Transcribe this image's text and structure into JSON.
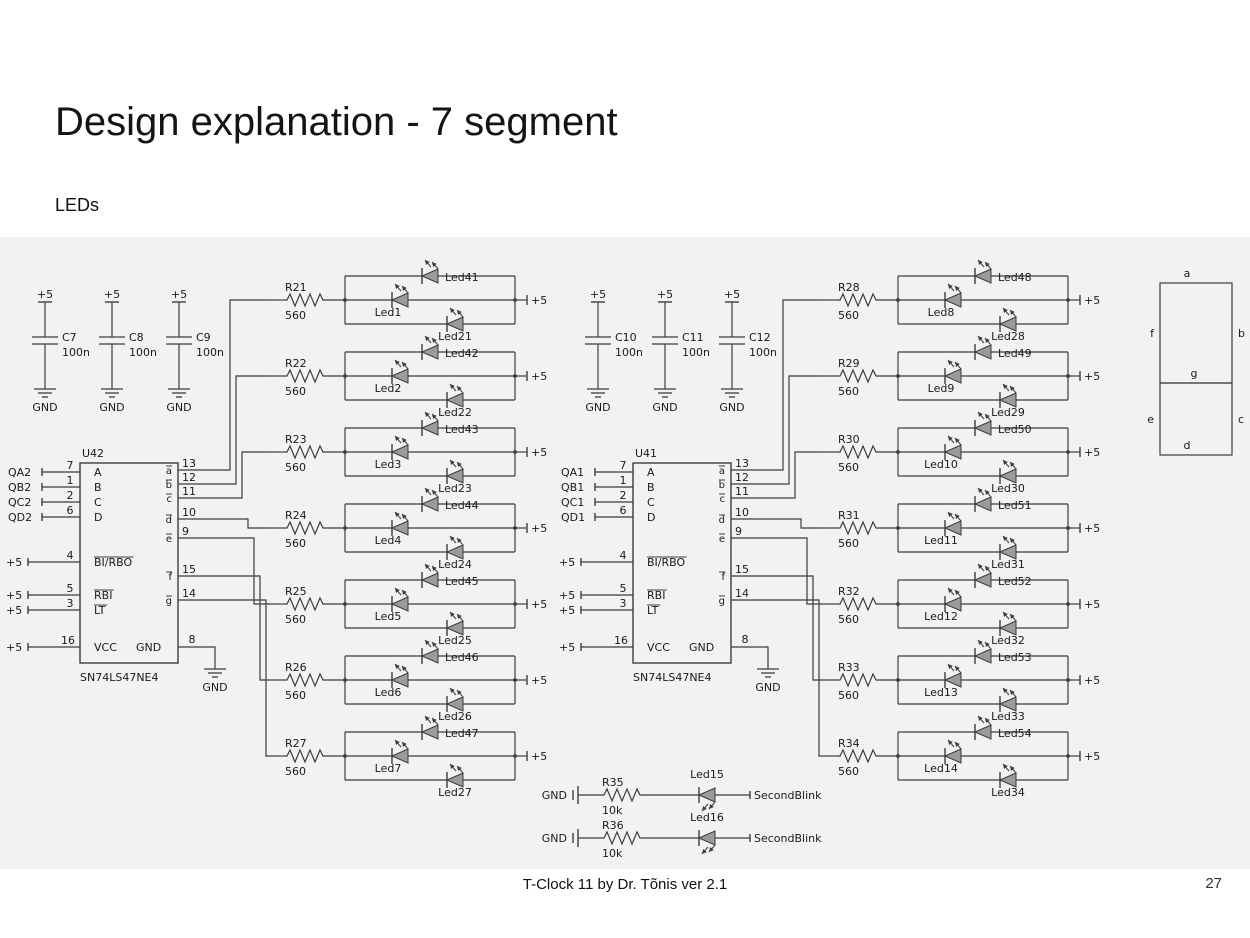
{
  "slide": {
    "title": "Design explanation - 7 segment",
    "subtitle": "LEDs",
    "footer": "T-Clock 11 by Dr. Tõnis ver 2.1",
    "page": "27"
  },
  "labels": {
    "vplus": "+5",
    "gnd": "GND"
  },
  "left": {
    "capacitors": [
      {
        "name": "C7",
        "value": "100n"
      },
      {
        "name": "C8",
        "value": "100n"
      },
      {
        "name": "C9",
        "value": "100n"
      }
    ],
    "chip": {
      "name": "U42",
      "part": "SN74LS47NE4",
      "inputs": [
        {
          "net": "QA2",
          "pin": "7",
          "label": "A"
        },
        {
          "net": "QB2",
          "pin": "1",
          "label": "B"
        },
        {
          "net": "QC2",
          "pin": "2",
          "label": "C"
        },
        {
          "net": "QD2",
          "pin": "6",
          "label": "D"
        }
      ],
      "controls": [
        {
          "pin": "4",
          "label": "BI/RBO"
        },
        {
          "pin": "5",
          "label": "RBI"
        },
        {
          "pin": "3",
          "label": "LT"
        }
      ],
      "vcc": {
        "pin": "16",
        "label": "VCC"
      },
      "gnd": {
        "pin": "8",
        "label": "GND"
      },
      "outputs": [
        {
          "pin": "13",
          "seg": "a"
        },
        {
          "pin": "12",
          "seg": "b"
        },
        {
          "pin": "11",
          "seg": "c"
        },
        {
          "pin": "10",
          "seg": "d"
        },
        {
          "pin": "9",
          "seg": "e"
        },
        {
          "pin": "15",
          "seg": "f"
        },
        {
          "pin": "14",
          "seg": "g"
        }
      ]
    },
    "groups": [
      {
        "resistor": "R21",
        "value": "560",
        "leds": [
          "Led41",
          "Led1",
          "Led21"
        ]
      },
      {
        "resistor": "R22",
        "value": "560",
        "leds": [
          "Led42",
          "Led2",
          "Led22"
        ]
      },
      {
        "resistor": "R23",
        "value": "560",
        "leds": [
          "Led43",
          "Led3",
          "Led23"
        ]
      },
      {
        "resistor": "R24",
        "value": "560",
        "leds": [
          "Led44",
          "Led4",
          "Led24"
        ]
      },
      {
        "resistor": "R25",
        "value": "560",
        "leds": [
          "Led45",
          "Led5",
          "Led25"
        ]
      },
      {
        "resistor": "R26",
        "value": "560",
        "leds": [
          "Led46",
          "Led6",
          "Led26"
        ]
      },
      {
        "resistor": "R27",
        "value": "560",
        "leds": [
          "Led47",
          "Led7",
          "Led27"
        ]
      }
    ]
  },
  "right": {
    "capacitors": [
      {
        "name": "C10",
        "value": "100n"
      },
      {
        "name": "C11",
        "value": "100n"
      },
      {
        "name": "C12",
        "value": "100n"
      }
    ],
    "chip": {
      "name": "U41",
      "part": "SN74LS47NE4",
      "inputs": [
        {
          "net": "QA1",
          "pin": "7",
          "label": "A"
        },
        {
          "net": "QB1",
          "pin": "1",
          "label": "B"
        },
        {
          "net": "QC1",
          "pin": "2",
          "label": "C"
        },
        {
          "net": "QD1",
          "pin": "6",
          "label": "D"
        }
      ],
      "controls": [
        {
          "pin": "4",
          "label": "BI/RBO"
        },
        {
          "pin": "5",
          "label": "RBI"
        },
        {
          "pin": "3",
          "label": "LT"
        }
      ],
      "vcc": {
        "pin": "16",
        "label": "VCC"
      },
      "gnd": {
        "pin": "8",
        "label": "GND"
      },
      "outputs": [
        {
          "pin": "13",
          "seg": "a"
        },
        {
          "pin": "12",
          "seg": "b"
        },
        {
          "pin": "11",
          "seg": "c"
        },
        {
          "pin": "10",
          "seg": "d"
        },
        {
          "pin": "9",
          "seg": "e"
        },
        {
          "pin": "15",
          "seg": "f"
        },
        {
          "pin": "14",
          "seg": "g"
        }
      ]
    },
    "groups": [
      {
        "resistor": "R28",
        "value": "560",
        "leds": [
          "Led48",
          "Led8",
          "Led28"
        ]
      },
      {
        "resistor": "R29",
        "value": "560",
        "leds": [
          "Led49",
          "Led9",
          "Led29"
        ]
      },
      {
        "resistor": "R30",
        "value": "560",
        "leds": [
          "Led50",
          "Led10",
          "Led30"
        ]
      },
      {
        "resistor": "R31",
        "value": "560",
        "leds": [
          "Led51",
          "Led11",
          "Led31"
        ]
      },
      {
        "resistor": "R32",
        "value": "560",
        "leds": [
          "Led52",
          "Led12",
          "Led32"
        ]
      },
      {
        "resistor": "R33",
        "value": "560",
        "leds": [
          "Led53",
          "Led13",
          "Led33"
        ]
      },
      {
        "resistor": "R34",
        "value": "560",
        "leds": [
          "Led54",
          "Led14",
          "Led34"
        ]
      }
    ]
  },
  "blink": [
    {
      "gnd": "GND",
      "resistor": "R35",
      "value": "10k",
      "led": "Led15",
      "net": "SecondBlink"
    },
    {
      "gnd": "GND",
      "resistor": "R36",
      "value": "10k",
      "led": "Led16",
      "net": "SecondBlink"
    }
  ],
  "seven_segment": {
    "a": "a",
    "b": "b",
    "c": "c",
    "d": "d",
    "e": "e",
    "f": "f",
    "g": "g"
  }
}
